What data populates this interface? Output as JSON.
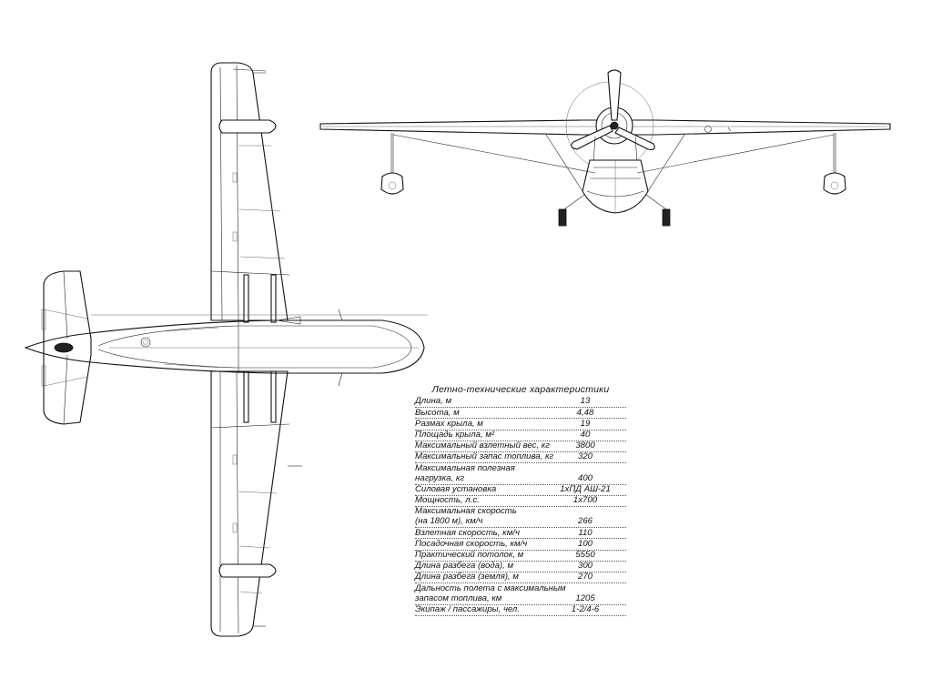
{
  "specs": {
    "title": "Летно-технические характеристики",
    "rows": [
      {
        "label": "Длина, м",
        "value": "13"
      },
      {
        "label": "Высота, м",
        "value": "4,48"
      },
      {
        "label": "Размах крыла, м",
        "value": "19"
      },
      {
        "label": "Площадь крыла, м²",
        "value": "40"
      },
      {
        "label": "Максимальный взлетный вес, кг",
        "value": "3800"
      },
      {
        "label": "Максимальный запас топлива, кг",
        "value": "320"
      },
      {
        "label": "Максимальная полезная",
        "value": ""
      },
      {
        "label": "нагрузка, кг",
        "value": "400"
      },
      {
        "label": "Силовая установка",
        "value": "1хПД АШ-21"
      },
      {
        "label": "Мощность, л.с.",
        "value": "1х700"
      },
      {
        "label": "Максимальная скорость",
        "value": ""
      },
      {
        "label": "(на 1800 м), км/ч",
        "value": "266"
      },
      {
        "label": "Взлетная скорость, км/ч",
        "value": "110"
      },
      {
        "label": "Посадочная скорость, км/ч",
        "value": "100"
      },
      {
        "label": "Практический потолок, м",
        "value": "5550"
      },
      {
        "label": "Длина разбега (вода), м",
        "value": "300"
      },
      {
        "label": "Длина разбега (земля), м",
        "value": "270"
      },
      {
        "label": "Дальность полета с максимальным",
        "value": ""
      },
      {
        "label": "запасом топлива, км",
        "value": "1205"
      },
      {
        "label": "Экипаж / пассажиры, чел.",
        "value": "1-2/4-6"
      }
    ]
  }
}
